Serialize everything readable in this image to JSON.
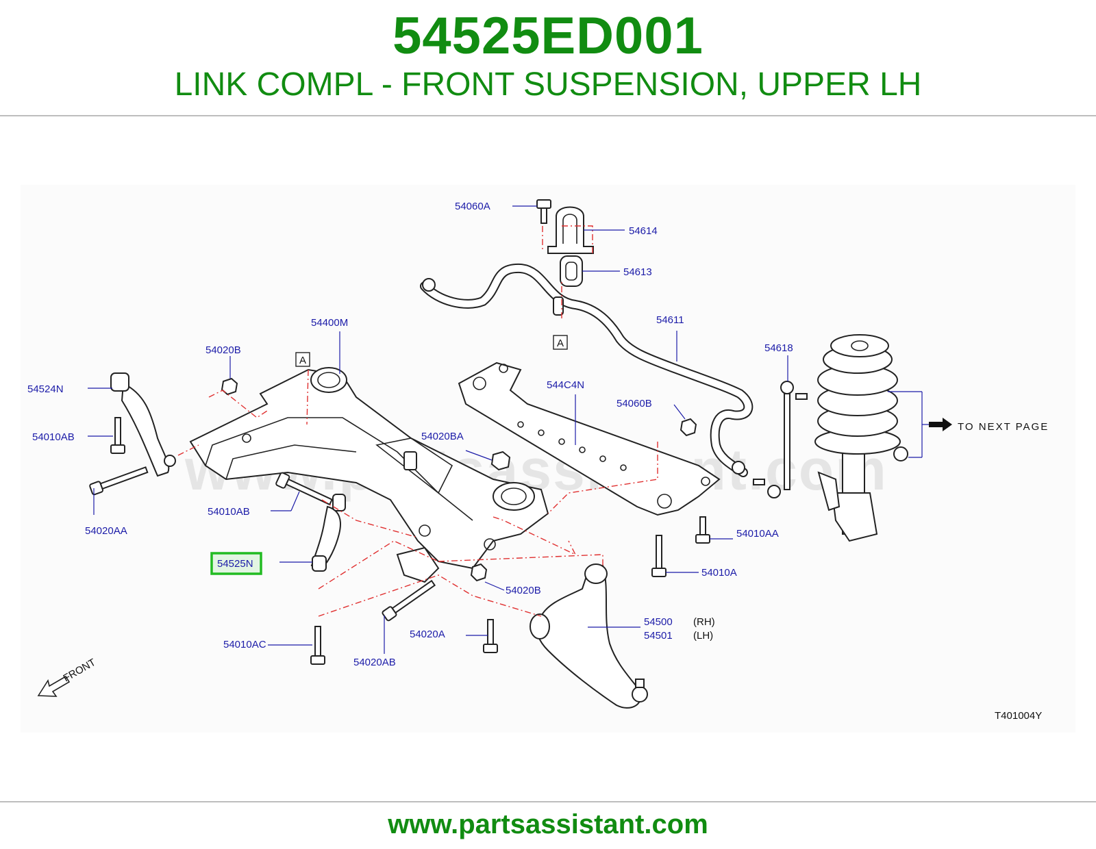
{
  "header": {
    "part_number": "54525ED001",
    "part_title": "LINK COMPL - FRONT SUSPENSION, UPPER LH"
  },
  "diagram": {
    "watermark": "www.partsassistant.com",
    "reference_code": "T401004Y",
    "front_label": "FRONT",
    "next_page_label": "TO NEXT PAGE",
    "section_marker": "A",
    "highlighted_callout": "54525N",
    "highlight_color": "#22bb22",
    "callouts": {
      "c54060A_top": "54060A",
      "c54614": "54614",
      "c54613": "54613",
      "c54611": "54611",
      "c54400M": "54400M",
      "c54020B_top": "54020B",
      "c54524N": "54524N",
      "c54010AB_left": "54010AB",
      "c54020AA": "54020AA",
      "c54010AB_mid": "54010AB",
      "c54525N": "54525N",
      "c54020BA": "54020BA",
      "c544C4N": "544C4N",
      "c54060B": "54060B",
      "c54618": "54618",
      "c54010AA": "54010AA",
      "c54010A": "54010A",
      "c54020B_bottom": "54020B",
      "c54500": "54500",
      "c54500_side": "(RH)",
      "c54501": "54501",
      "c54501_side": "(LH)",
      "c54020A": "54020A",
      "c54010AC": "54010AC",
      "c54020AB": "54020AB"
    }
  },
  "footer": {
    "url": "www.partsassistant.com"
  }
}
